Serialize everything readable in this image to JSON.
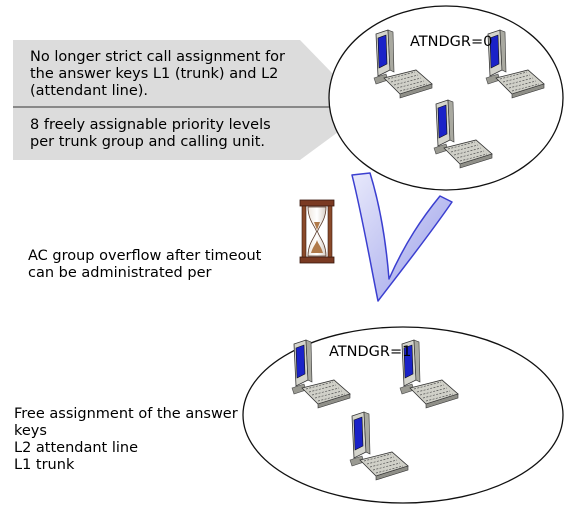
{
  "callout": {
    "top_text": "No longer strict call assignment for\nthe answer keys L1 (trunk) and L2\n(attendant line).",
    "bottom_text": "8 freely assignable priority levels\nper trunk group and calling unit."
  },
  "group_top": {
    "label": "ATNDGR=0",
    "terminal_count": 3
  },
  "group_bottom": {
    "label": "ATNDGR=1",
    "terminal_count": 3
  },
  "overflow_text": "AC group overflow after timeout\ncan be administrated per",
  "assignment_text": "Free assignment of the answer\nkeys\nL2 attendant line\nL1 trunk",
  "icons": {
    "timer": "hourglass-icon",
    "terminal": "computer-terminal-icon",
    "flow": "curved-arrow-icon"
  },
  "colors": {
    "callout_fill": "#dcdcdc",
    "arrow_fill": "#c7c9f0",
    "arrow_stroke": "#3b3fd0",
    "screen": "#1a22c8",
    "terminal_body": "#c8c8c0"
  }
}
